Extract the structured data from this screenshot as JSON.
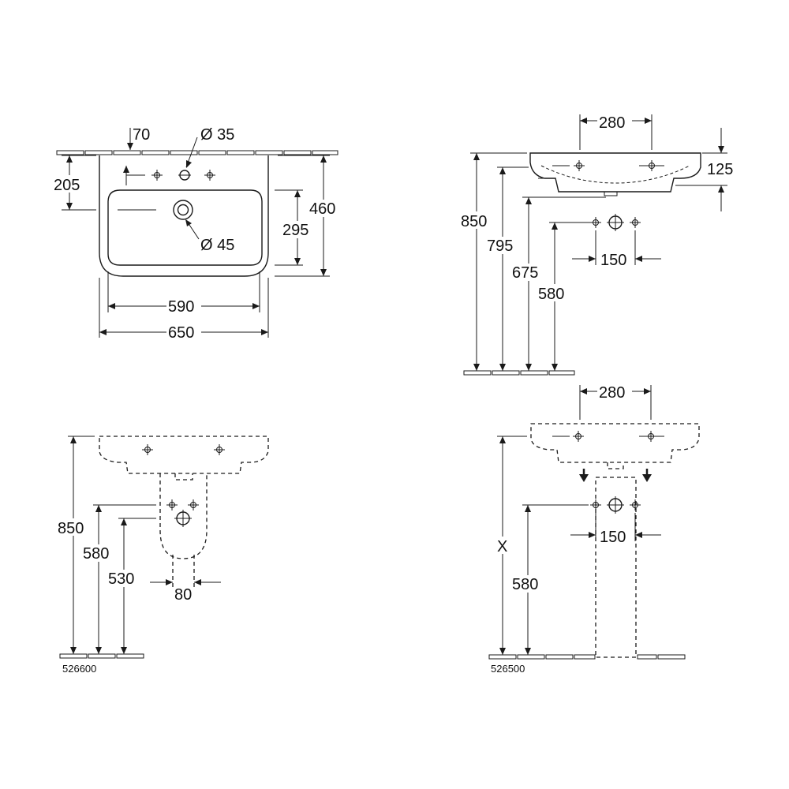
{
  "views": {
    "top": {
      "d70": "70",
      "d_oe35": "Ø 35",
      "d205": "205",
      "d460": "460",
      "d295": "295",
      "d_oe45": "Ø 45",
      "d590": "590",
      "d650": "650"
    },
    "side": {
      "d280": "280",
      "d125": "125",
      "d850": "850",
      "d795": "795",
      "d675": "675",
      "d580": "580",
      "d150": "150"
    },
    "semi": {
      "d850": "850",
      "d580": "580",
      "d530": "530",
      "d80": "80",
      "code": "526600"
    },
    "pedestal": {
      "d280": "280",
      "dX": "X",
      "d150": "150",
      "d580": "580",
      "code": "526500"
    }
  }
}
